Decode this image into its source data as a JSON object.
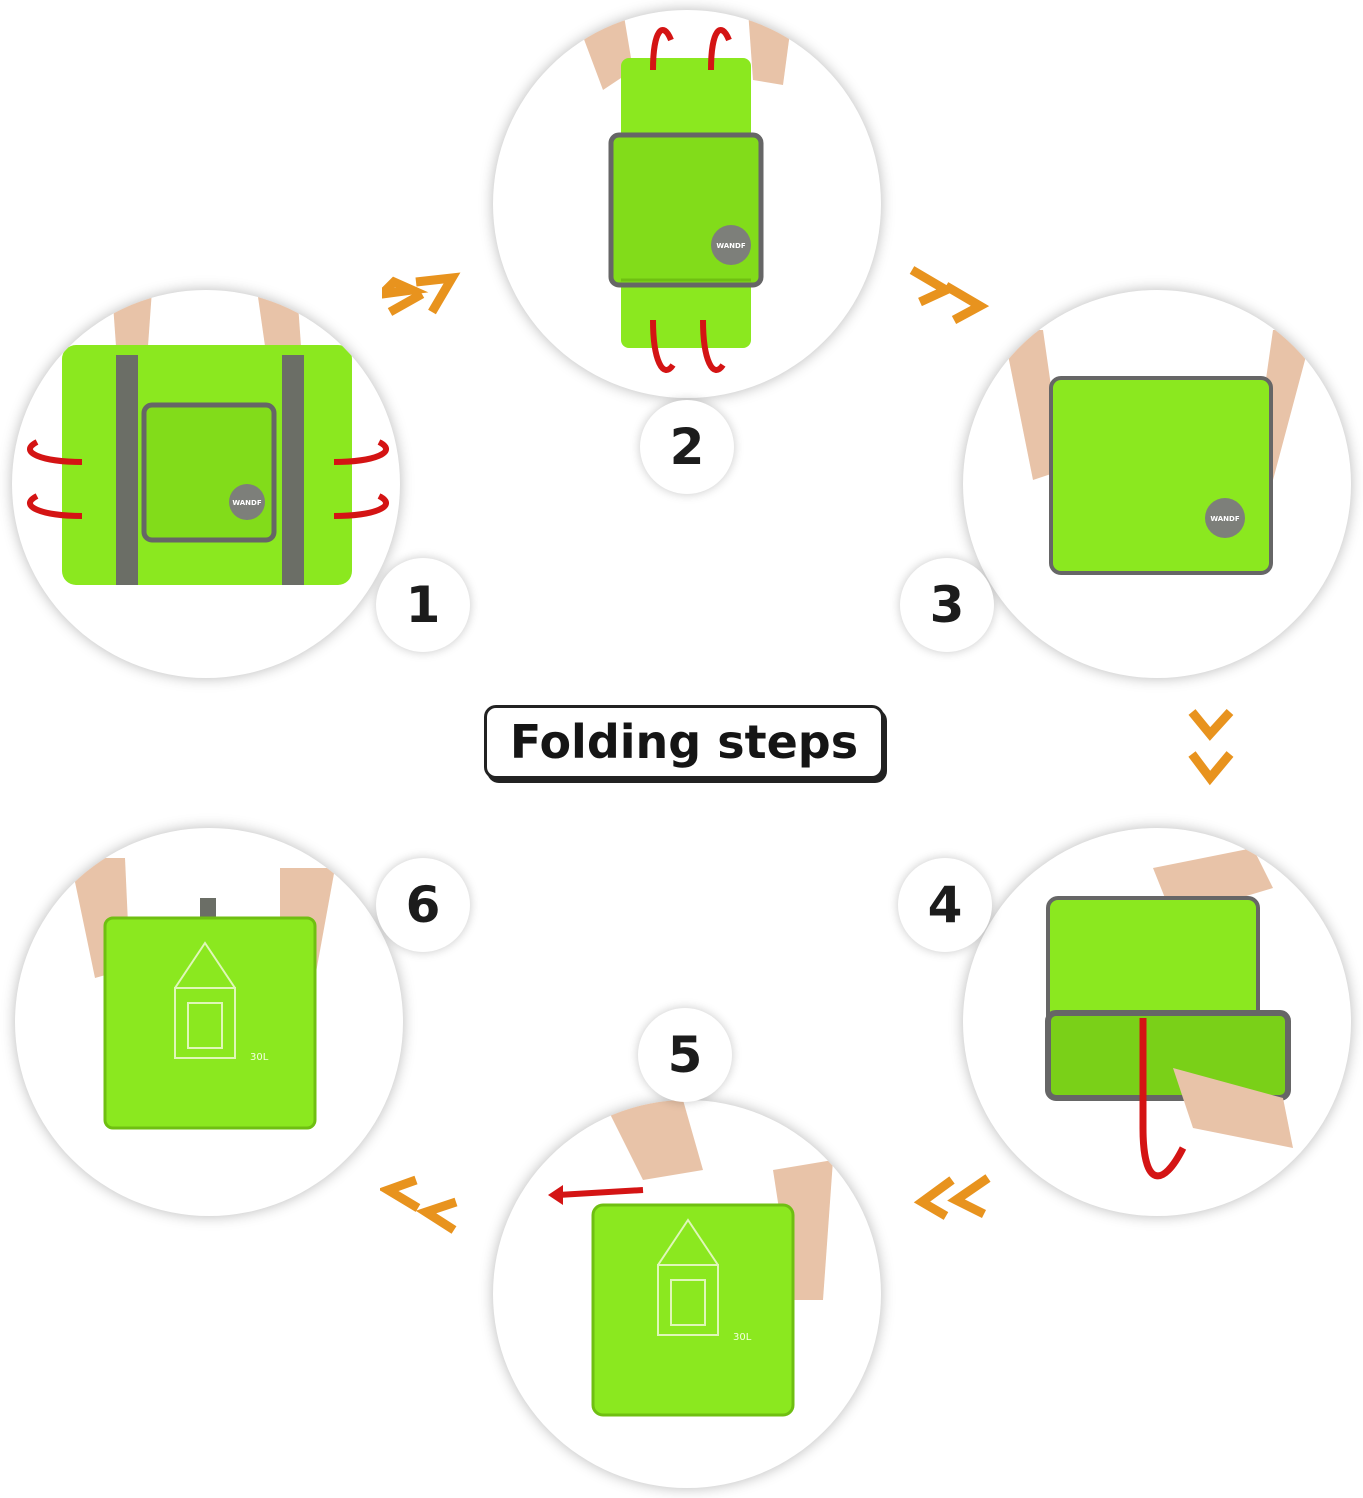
{
  "title": "Folding steps",
  "steps": [
    {
      "number": "1"
    },
    {
      "number": "2"
    },
    {
      "number": "3"
    },
    {
      "number": "4"
    },
    {
      "number": "5"
    },
    {
      "number": "6"
    }
  ],
  "brand_logo": "WANDF",
  "capacity_label": "30L",
  "colors": {
    "bag_green": "#8be81f",
    "strap_gray": "#6b6e66",
    "arrow_red": "#d41414",
    "chevron_orange": "#e8931e"
  }
}
